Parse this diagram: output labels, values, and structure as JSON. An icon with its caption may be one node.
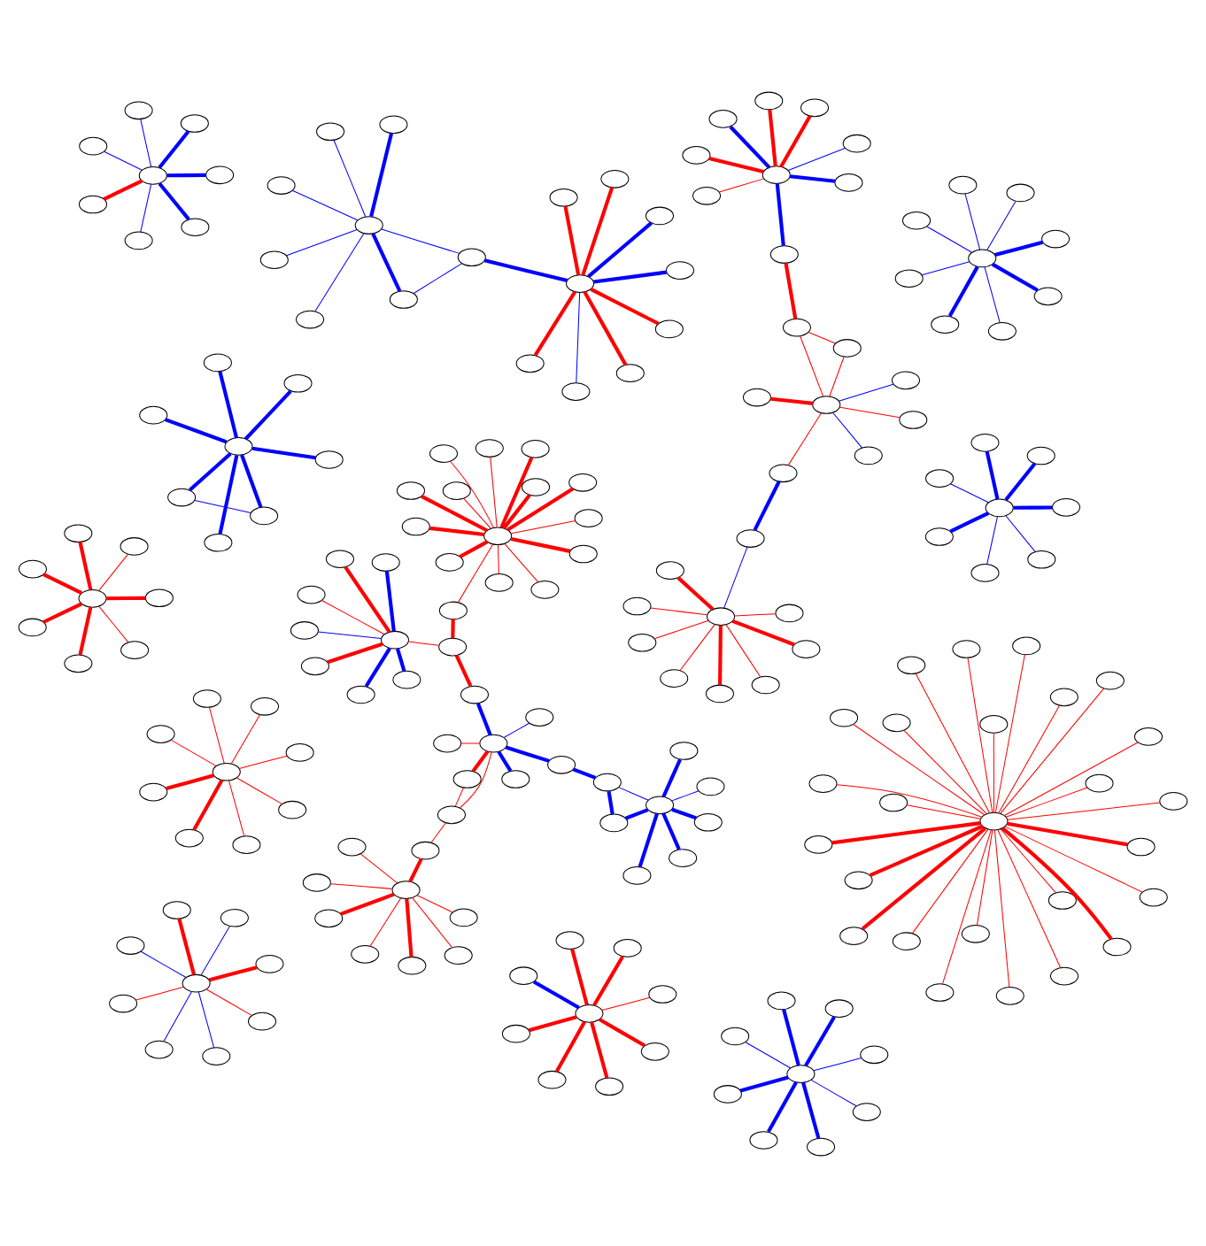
{
  "diagram": {
    "nodes": [
      {
        "text": [],
        "shape": "ellipse"
      },
      {
        "text": [],
        "shape": "ellipse"
      },
      {
        "text": [],
        "shape": "ellipse"
      },
      {
        "text": [],
        "shape": "ellipse"
      },
      {
        "text": [],
        "shape": "ellipse"
      },
      {
        "text": [],
        "shape": "ellipse"
      },
      {
        "text": [],
        "shape": "ellipse"
      },
      {
        "text": [],
        "shape": "ellipse"
      },
      {
        "text": [],
        "shape": "ellipse"
      },
      {
        "text": [],
        "shape": "ellipse"
      },
      {
        "text": [],
        "shape": "ellipse"
      },
      {
        "text": [],
        "shape": "ellipse"
      },
      {
        "text": [],
        "shape": "ellipse"
      },
      {
        "text": [],
        "shape": "ellipse"
      },
      {
        "text": [],
        "shape": "ellipse"
      },
      {
        "text": [],
        "shape": "ellipse"
      },
      {
        "text": [],
        "shape": "ellipse"
      },
      {
        "text": [],
        "shape": "ellipse"
      },
      {
        "text": [],
        "shape": "ellipse"
      },
      {
        "text": [],
        "shape": "ellipse"
      },
      {
        "text": [],
        "shape": "ellipse"
      },
      {
        "text": [],
        "shape": "ellipse"
      },
      {
        "text": [],
        "shape": "ellipse"
      },
      {
        "text": [],
        "shape": "ellipse"
      },
      {
        "text": [],
        "shape": "ellipse"
      },
      {
        "text": [],
        "shape": "ellipse"
      },
      {
        "text": [],
        "shape": "ellipse"
      },
      {
        "text": [],
        "shape": "ellipse"
      },
      {
        "text": [],
        "shape": "ellipse"
      },
      {
        "text": [],
        "shape": "ellipse"
      },
      {
        "text": [],
        "shape": "ellipse"
      },
      {
        "text": [],
        "shape": "ellipse"
      },
      {
        "text": [],
        "shape": "ellipse"
      },
      {
        "text": [],
        "shape": "ellipse"
      },
      {
        "text": [],
        "shape": "ellipse"
      },
      {
        "text": [],
        "shape": "ellipse"
      },
      {
        "text": [],
        "shape": "ellipse"
      },
      {
        "text": [],
        "shape": "ellipse"
      },
      {
        "text": [],
        "shape": "ellipse"
      },
      {
        "text": [],
        "shape": "ellipse"
      },
      {
        "text": [],
        "shape": "ellipse"
      },
      {
        "text": [],
        "shape": "ellipse"
      },
      {
        "text": [],
        "shape": "ellipse"
      },
      {
        "text": [],
        "shape": "ellipse"
      },
      {
        "text": [],
        "shape": "ellipse"
      },
      {
        "text": [],
        "shape": "ellipse"
      },
      {
        "text": [],
        "shape": "ellipse"
      },
      {
        "text": [],
        "shape": "ellipse"
      },
      {
        "text": [],
        "shape": "ellipse"
      },
      {
        "text": [],
        "shape": "ellipse"
      },
      {
        "text": [],
        "shape": "ellipse"
      },
      {
        "text": [],
        "shape": "ellipse"
      },
      {
        "text": [],
        "shape": "ellipse"
      },
      {
        "text": [],
        "shape": "ellipse"
      },
      {
        "text": [],
        "shape": "ellipse"
      },
      {
        "text": [],
        "shape": "ellipse"
      },
      {
        "text": [],
        "shape": "ellipse"
      },
      {
        "text": [],
        "shape": "ellipse"
      },
      {
        "text": [],
        "shape": "ellipse"
      },
      {
        "text": [],
        "shape": "ellipse"
      },
      {
        "text": [],
        "shape": "ellipse"
      },
      {
        "text": [],
        "shape": "ellipse"
      },
      {
        "text": [],
        "shape": "ellipse"
      },
      {
        "text": [],
        "shape": "ellipse"
      },
      {
        "text": [],
        "shape": "ellipse"
      },
      {
        "text": [],
        "shape": "ellipse"
      },
      {
        "text": [],
        "shape": "ellipse"
      },
      {
        "text": [],
        "shape": "ellipse"
      },
      {
        "text": [],
        "shape": "ellipse"
      },
      {
        "text": [],
        "shape": "ellipse"
      },
      {
        "text": [],
        "shape": "ellipse"
      },
      {
        "text": [],
        "shape": "ellipse"
      },
      {
        "text": [],
        "shape": "ellipse"
      },
      {
        "text": [],
        "shape": "ellipse"
      },
      {
        "text": [],
        "shape": "ellipse"
      },
      {
        "text": [],
        "shape": "ellipse"
      },
      {
        "text": [],
        "shape": "ellipse"
      },
      {
        "text": [],
        "shape": "ellipse"
      },
      {
        "text": [],
        "shape": "ellipse"
      },
      {
        "text": [],
        "shape": "ellipse"
      },
      {
        "text": [],
        "shape": "ellipse"
      },
      {
        "text": [],
        "shape": "ellipse"
      },
      {
        "text": [],
        "shape": "ellipse"
      },
      {
        "text": [],
        "shape": "ellipse"
      },
      {
        "text": [],
        "shape": "ellipse"
      },
      {
        "text": [],
        "shape": "ellipse"
      },
      {
        "text": [],
        "shape": "ellipse"
      },
      {
        "text": [],
        "shape": "ellipse"
      },
      {
        "text": [],
        "shape": "ellipse"
      },
      {
        "text": [],
        "shape": "ellipse"
      },
      {
        "text": [],
        "shape": "ellipse"
      },
      {
        "text": [],
        "shape": "ellipse"
      },
      {
        "text": [],
        "shape": "ellipse"
      },
      {
        "text": [],
        "shape": "ellipse"
      },
      {
        "text": [],
        "shape": "ellipse"
      },
      {
        "text": [],
        "shape": "ellipse"
      },
      {
        "text": [],
        "shape": "ellipse"
      },
      {
        "text": [],
        "shape": "ellipse"
      },
      {
        "text": [],
        "shape": "ellipse"
      },
      {
        "text": [],
        "shape": "ellipse"
      },
      {
        "text": [],
        "shape": "ellipse"
      },
      {
        "text": [],
        "shape": "ellipse"
      },
      {
        "text": [],
        "shape": "ellipse"
      },
      {
        "text": [],
        "shape": "ellipse"
      },
      {
        "text": [],
        "shape": "ellipse"
      },
      {
        "text": [],
        "shape": "ellipse"
      },
      {
        "text": [],
        "shape": "ellipse"
      },
      {
        "text": [],
        "shape": "ellipse"
      },
      {
        "text": [],
        "shape": "ellipse"
      },
      {
        "text": [],
        "shape": "ellipse"
      },
      {
        "text": [],
        "shape": "ellipse"
      },
      {
        "text": [],
        "shape": "ellipse"
      },
      {
        "text": [],
        "shape": "ellipse"
      },
      {
        "text": [],
        "shape": "ellipse"
      },
      {
        "text": [],
        "shape": "ellipse"
      },
      {
        "text": [],
        "shape": "ellipse"
      },
      {
        "text": [],
        "shape": "ellipse"
      },
      {
        "text": [],
        "shape": "ellipse"
      },
      {
        "text": [],
        "shape": "ellipse"
      },
      {
        "text": [],
        "shape": "ellipse"
      },
      {
        "text": [],
        "shape": "ellipse"
      },
      {
        "text": [],
        "shape": "ellipse"
      },
      {
        "text": [],
        "shape": "ellipse"
      },
      {
        "text": [],
        "shape": "ellipse"
      },
      {
        "text": [],
        "shape": "ellipse"
      },
      {
        "text": [],
        "shape": "ellipse"
      },
      {
        "text": [],
        "shape": "ellipse"
      },
      {
        "text": [],
        "shape": "ellipse"
      },
      {
        "text": [],
        "shape": "ellipse"
      },
      {
        "text": [],
        "shape": "ellipse"
      },
      {
        "text": [],
        "shape": "ellipse"
      },
      {
        "text": [],
        "shape": "ellipse"
      },
      {
        "text": [],
        "shape": "ellipse"
      },
      {
        "text": [],
        "shape": "ellipse"
      },
      {
        "text": [],
        "shape": "ellipse"
      },
      {
        "text": [],
        "shape": "ellipse"
      },
      {
        "text": [],
        "shape": "ellipse"
      },
      {
        "text": [],
        "shape": "ellipse"
      },
      {
        "text": [],
        "shape": "ellipse"
      },
      {
        "text": [],
        "shape": "ellipse"
      },
      {
        "text": [],
        "shape": "ellipse"
      },
      {
        "text": [],
        "shape": "ellipse"
      },
      {
        "text": [],
        "shape": "ellipse"
      },
      {
        "text": [],
        "shape": "ellipse"
      },
      {
        "text": [],
        "shape": "ellipse"
      },
      {
        "text": [],
        "shape": "ellipse"
      },
      {
        "text": [],
        "shape": "ellipse"
      },
      {
        "text": [],
        "shape": "ellipse"
      },
      {
        "text": [],
        "shape": "ellipse"
      },
      {
        "text": [],
        "shape": "ellipse"
      },
      {
        "text": [],
        "shape": "ellipse"
      },
      {
        "text": [],
        "shape": "ellipse"
      },
      {
        "text": [],
        "shape": "ellipse"
      },
      {
        "text": [],
        "shape": "ellipse"
      },
      {
        "text": [],
        "shape": "ellipse"
      },
      {
        "text": [],
        "shape": "ellipse"
      },
      {
        "text": [],
        "shape": "ellipse"
      },
      {
        "text": [],
        "shape": "ellipse"
      },
      {
        "text": [],
        "shape": "ellipse"
      },
      {
        "text": [],
        "shape": "ellipse"
      },
      {
        "text": [],
        "shape": "ellipse"
      },
      {
        "text": [],
        "shape": "ellipse"
      },
      {
        "text": [],
        "shape": "ellipse"
      },
      {
        "text": [],
        "shape": "ellipse"
      },
      {
        "text": [],
        "shape": "ellipse"
      },
      {
        "text": [],
        "shape": "ellipse"
      },
      {
        "text": [],
        "shape": "ellipse"
      },
      {
        "text": [],
        "shape": "ellipse"
      },
      {
        "text": [],
        "shape": "ellipse"
      },
      {
        "text": [],
        "shape": "ellipse"
      },
      {
        "text": [],
        "shape": "ellipse"
      },
      {
        "text": [],
        "shape": "ellipse"
      },
      {
        "text": [],
        "shape": "ellipse"
      },
      {
        "text": [],
        "shape": "ellipse"
      },
      {
        "text": [],
        "shape": "ellipse"
      },
      {
        "text": [],
        "shape": "ellipse"
      },
      {
        "text": [],
        "shape": "ellipse"
      },
      {
        "text": [],
        "shape": "ellipse"
      },
      {
        "text": [],
        "shape": "ellipse"
      },
      {
        "text": [],
        "shape": "ellipse"
      },
      {
        "text": [],
        "shape": "ellipse"
      },
      {
        "text": [],
        "shape": "ellipse"
      },
      {
        "text": [],
        "shape": "ellipse"
      },
      {
        "text": [],
        "shape": "ellipse"
      },
      {
        "text": [],
        "shape": "ellipse"
      },
      {
        "text": [],
        "shape": "ellipse"
      },
      {
        "text": [],
        "shape": "ellipse"
      },
      {
        "text": [],
        "shape": "ellipse"
      },
      {
        "text": [],
        "shape": "ellipse"
      },
      {
        "text": [],
        "shape": "ellipse"
      },
      {
        "text": [],
        "shape": "ellipse"
      },
      {
        "text": [],
        "shape": "ellipse"
      },
      {
        "text": [],
        "shape": "ellipse"
      },
      {
        "text": [],
        "shape": "ellipse"
      },
      {
        "text": [],
        "shape": "ellipse"
      },
      {
        "text": [],
        "shape": "ellipse"
      }
    ],
    "edges": [
      {
        "from": 0,
        "to": 1,
        "arrow": "none",
        "color": "#ff0000",
        "style": "thick"
      },
      {
        "from": 0,
        "to": 2,
        "arrow": "none",
        "color": "#ff0000",
        "style": "thick"
      },
      {
        "from": 0,
        "to": 3,
        "arrow": "none",
        "color": "#ff0000",
        "style": "thick"
      },
      {
        "from": 0,
        "to": 4,
        "arrow": "none",
        "color": "#ff0000"
      },
      {
        "from": 0,
        "to": 5,
        "arrow": "none",
        "color": "#ff0000"
      },
      {
        "from": 0,
        "to": 6,
        "arrow": "none",
        "color": "#ff0000"
      },
      {
        "from": 0,
        "to": 7,
        "arrow": "none",
        "color": "#ff0000"
      },
      {
        "from": 0,
        "to": 8,
        "arrow": "none",
        "color": "#ff0000"
      },
      {
        "from": 0,
        "to": 9,
        "arrow": "none",
        "color": "#0000ff"
      },
      {
        "from": 9,
        "to": 10,
        "arrow": "none",
        "color": "#0000ff",
        "style": "thick"
      },
      {
        "from": 10,
        "to": 11,
        "arrow": "none",
        "color": "#ff0000"
      },
      {
        "from": 11,
        "to": 12,
        "arrow": "none",
        "color": "#ff0000"
      },
      {
        "from": 11,
        "to": 13,
        "arrow": "none",
        "color": "#0000ff"
      },
      {
        "from": 11,
        "to": 14,
        "arrow": "none",
        "color": "#ff0000",
        "style": "thick"
      },
      {
        "from": 11,
        "to": 15,
        "arrow": "none",
        "color": "#0000ff"
      },
      {
        "from": 11,
        "to": 16,
        "arrow": "none",
        "color": "#ff0000"
      },
      {
        "from": 11,
        "to": 17,
        "arrow": "none",
        "color": "#ff0000"
      },
      {
        "from": 16,
        "to": 17,
        "arrow": "none",
        "color": "#ff0000"
      },
      {
        "from": 17,
        "to": 18,
        "arrow": "none",
        "color": "#ff0000",
        "style": "thick"
      },
      {
        "from": 18,
        "to": 19,
        "arrow": "none",
        "color": "#0000ff",
        "style": "thick"
      },
      {
        "from": 19,
        "to": 20,
        "arrow": "none",
        "color": "#ff0000"
      },
      {
        "from": 19,
        "to": 21,
        "arrow": "none",
        "color": "#ff0000",
        "style": "thick"
      },
      {
        "from": 19,
        "to": 22,
        "arrow": "none",
        "color": "#ff0000",
        "style": "thick"
      },
      {
        "from": 19,
        "to": 23,
        "arrow": "none",
        "color": "#ff0000",
        "style": "thick"
      },
      {
        "from": 19,
        "to": 24,
        "arrow": "none",
        "color": "#0000ff",
        "style": "thick"
      },
      {
        "from": 19,
        "to": 25,
        "arrow": "none",
        "color": "#0000ff",
        "style": "thick"
      },
      {
        "from": 19,
        "to": 26,
        "arrow": "none",
        "color": "#0000ff"
      },
      {
        "from": 27,
        "to": 28,
        "arrow": "none",
        "color": "#ff0000",
        "style": "thick"
      },
      {
        "from": 27,
        "to": 29,
        "arrow": "none",
        "color": "#ff0000"
      },
      {
        "from": 27,
        "to": 30,
        "arrow": "none",
        "color": "#ff0000"
      },
      {
        "from": 27,
        "to": 31,
        "arrow": "none",
        "color": "#ff0000"
      },
      {
        "from": 27,
        "to": 32,
        "arrow": "none",
        "color": "#ff0000"
      },
      {
        "from": 27,
        "to": 33,
        "arrow": "none",
        "color": "#ff0000",
        "style": "thick"
      },
      {
        "from": 27,
        "to": 34,
        "arrow": "none",
        "color": "#ff0000"
      },
      {
        "from": 27,
        "to": 35,
        "arrow": "none",
        "color": "#ff0000"
      },
      {
        "from": 27,
        "to": 36,
        "arrow": "none",
        "color": "#ff0000"
      },
      {
        "from": 27,
        "to": 37,
        "arrow": "none",
        "color": "#ff0000"
      },
      {
        "from": 27,
        "to": 38,
        "arrow": "none",
        "color": "#ff0000",
        "style": "thick"
      },
      {
        "from": 27,
        "to": 39,
        "arrow": "none",
        "color": "#ff0000"
      },
      {
        "from": 27,
        "to": 40,
        "arrow": "none",
        "color": "#ff0000"
      },
      {
        "from": 27,
        "to": 41,
        "arrow": "none",
        "color": "#ff0000"
      },
      {
        "from": 27,
        "to": 42,
        "arrow": "none",
        "color": "#ff0000"
      },
      {
        "from": 27,
        "to": 43,
        "arrow": "none",
        "color": "#ff0000",
        "style": "thick"
      },
      {
        "from": 27,
        "to": 44,
        "arrow": "none",
        "color": "#ff0000"
      },
      {
        "from": 27,
        "to": 45,
        "arrow": "none",
        "color": "#ff0000"
      },
      {
        "from": 27,
        "to": 46,
        "arrow": "none",
        "color": "#ff0000"
      },
      {
        "from": 27,
        "to": 47,
        "arrow": "none",
        "color": "#ff0000"
      },
      {
        "from": 27,
        "to": 48,
        "arrow": "none",
        "color": "#ff0000",
        "style": "thick"
      },
      {
        "from": 27,
        "to": 49,
        "arrow": "none",
        "color": "#ff0000"
      },
      {
        "from": 27,
        "to": 50,
        "arrow": "none",
        "color": "#ff0000"
      },
      {
        "from": 27,
        "to": 51,
        "arrow": "none",
        "color": "#ff0000"
      },
      {
        "from": 27,
        "to": 52,
        "arrow": "none",
        "color": "#ff0000"
      },
      {
        "from": 53,
        "to": 54,
        "arrow": "none",
        "color": "#0000ff",
        "style": "thick"
      },
      {
        "from": 53,
        "to": 55,
        "arrow": "none",
        "color": "#0000ff"
      },
      {
        "from": 53,
        "to": 56,
        "arrow": "none",
        "color": "#0000ff"
      },
      {
        "from": 53,
        "to": 57,
        "arrow": "none",
        "color": "#0000ff",
        "style": "thick"
      },
      {
        "from": 53,
        "to": 58,
        "arrow": "none",
        "color": "#0000ff",
        "style": "thick"
      },
      {
        "from": 53,
        "to": 59,
        "arrow": "none",
        "color": "#0000ff",
        "style": "thick"
      },
      {
        "from": 53,
        "to": 60,
        "arrow": "none",
        "color": "#0000ff"
      },
      {
        "from": 61,
        "to": 62,
        "arrow": "none",
        "color": "#ff0000"
      },
      {
        "from": 61,
        "to": 63,
        "arrow": "none",
        "color": "#ff0000",
        "style": "thick"
      },
      {
        "from": 61,
        "to": 64,
        "arrow": "none",
        "color": "#ff0000"
      },
      {
        "from": 61,
        "to": 65,
        "arrow": "none",
        "color": "#ff0000"
      },
      {
        "from": 61,
        "to": 66,
        "arrow": "none",
        "color": "#ff0000"
      },
      {
        "from": 61,
        "to": 67,
        "arrow": "none",
        "color": "#ff0000",
        "style": "thick"
      },
      {
        "from": 61,
        "to": 68,
        "arrow": "none",
        "color": "#ff0000"
      },
      {
        "from": 61,
        "to": 69,
        "arrow": "none",
        "color": "#ff0000"
      },
      {
        "from": 70,
        "to": 71,
        "arrow": "none",
        "color": "#ff0000"
      },
      {
        "from": 70,
        "to": 72,
        "arrow": "none",
        "color": "#ff0000"
      },
      {
        "from": 70,
        "to": 73,
        "arrow": "none",
        "color": "#ff0000"
      },
      {
        "from": 70,
        "to": 74,
        "arrow": "none",
        "color": "#ff0000",
        "style": "thick"
      },
      {
        "from": 70,
        "to": 75,
        "arrow": "none",
        "color": "#ff0000"
      },
      {
        "from": 70,
        "to": 76,
        "arrow": "none",
        "color": "#ff0000",
        "style": "thick"
      },
      {
        "from": 70,
        "to": 77,
        "arrow": "none",
        "color": "#ff0000"
      },
      {
        "from": 70,
        "to": 78,
        "arrow": "none",
        "color": "#ff0000",
        "style": "thick"
      },
      {
        "from": 78,
        "to": 79,
        "arrow": "none",
        "color": "#ff0000"
      },
      {
        "from": 79,
        "to": 80,
        "arrow": "none",
        "color": "#ff0000"
      },
      {
        "from": 79,
        "to": 81,
        "arrow": "none",
        "color": "#ff0000"
      },
      {
        "from": 80,
        "to": 81,
        "arrow": "none",
        "color": "#ff0000",
        "style": "thick"
      },
      {
        "from": 81,
        "to": 82,
        "arrow": "none",
        "color": "#0000ff",
        "style": "thick"
      },
      {
        "from": 81,
        "to": 83,
        "arrow": "none",
        "color": "#0000ff"
      },
      {
        "from": 81,
        "to": 84,
        "arrow": "none",
        "color": "#ff0000"
      },
      {
        "from": 81,
        "to": 85,
        "arrow": "none",
        "color": "#0000ff",
        "style": "thick"
      },
      {
        "from": 85,
        "to": 86,
        "arrow": "none",
        "color": "#0000ff",
        "style": "thick"
      },
      {
        "from": 81,
        "to": 87,
        "arrow": "none",
        "color": "#0000ff",
        "style": "thick"
      },
      {
        "from": 87,
        "to": 88,
        "arrow": "none",
        "color": "#ff0000",
        "style": "thick"
      },
      {
        "from": 86,
        "to": 89,
        "arrow": "none",
        "color": "#0000ff"
      },
      {
        "from": 86,
        "to": 90,
        "arrow": "none",
        "color": "#0000ff",
        "style": "thick"
      },
      {
        "from": 90,
        "to": 89,
        "arrow": "none",
        "color": "#0000ff",
        "style": "thick"
      },
      {
        "from": 89,
        "to": 91,
        "arrow": "none",
        "color": "#0000ff",
        "style": "thick"
      },
      {
        "from": 89,
        "to": 92,
        "arrow": "none",
        "color": "#0000ff",
        "style": "thick"
      },
      {
        "from": 89,
        "to": 93,
        "arrow": "none",
        "color": "#0000ff"
      },
      {
        "from": 89,
        "to": 94,
        "arrow": "none",
        "color": "#0000ff",
        "style": "thick"
      },
      {
        "from": 89,
        "to": 95,
        "arrow": "none",
        "color": "#0000ff",
        "style": "thick"
      },
      {
        "from": 96,
        "to": 97,
        "arrow": "none",
        "color": "#0000ff",
        "style": "thick"
      },
      {
        "from": 96,
        "to": 98,
        "arrow": "none",
        "color": "#0000ff",
        "style": "thick"
      },
      {
        "from": 96,
        "to": 99,
        "arrow": "none",
        "color": "#0000ff",
        "style": "thick"
      },
      {
        "from": 96,
        "to": 100,
        "arrow": "none",
        "color": "#0000ff",
        "style": "thick"
      },
      {
        "from": 96,
        "to": 101,
        "arrow": "none",
        "color": "#0000ff",
        "style": "thick"
      },
      {
        "from": 96,
        "to": 102,
        "arrow": "none",
        "color": "#0000ff",
        "style": "thick"
      },
      {
        "from": 96,
        "to": 103,
        "arrow": "none",
        "color": "#0000ff",
        "style": "thick"
      },
      {
        "from": 102,
        "to": 103,
        "arrow": "none",
        "color": "#0000ff"
      },
      {
        "from": 88,
        "to": 104,
        "arrow": "none",
        "color": "#ff0000"
      },
      {
        "from": 104,
        "to": 105,
        "arrow": "none",
        "color": "#ff0000"
      },
      {
        "from": 104,
        "to": 106,
        "arrow": "none",
        "color": "#ff0000",
        "style": "thick"
      },
      {
        "from": 104,
        "to": 107,
        "arrow": "none",
        "color": "#0000ff",
        "style": "thick"
      },
      {
        "from": 104,
        "to": 108,
        "arrow": "none",
        "color": "#0000ff",
        "style": "thick"
      },
      {
        "from": 104,
        "to": 109,
        "arrow": "none",
        "color": "#0000ff",
        "style": "thick"
      },
      {
        "from": 104,
        "to": 110,
        "arrow": "none",
        "color": "#0000ff"
      },
      {
        "from": 104,
        "to": 111,
        "arrow": "none",
        "color": "#ff0000",
        "style": "thick"
      },
      {
        "from": 88,
        "to": 112,
        "arrow": "none",
        "color": "#ff0000",
        "style": "thick"
      },
      {
        "from": 112,
        "to": 113,
        "arrow": "none",
        "color": "#ff0000"
      },
      {
        "from": 113,
        "to": 114,
        "arrow": "none",
        "color": "#ff0000",
        "style": "thick"
      },
      {
        "from": 113,
        "to": 115,
        "arrow": "none",
        "color": "#ff0000",
        "style": "thick"
      },
      {
        "from": 113,
        "to": 116,
        "arrow": "none",
        "color": "#ff0000",
        "style": "thick"
      },
      {
        "from": 113,
        "to": 117,
        "arrow": "none",
        "color": "#ff0000",
        "style": "thick"
      },
      {
        "from": 113,
        "to": 118,
        "arrow": "none",
        "color": "#ff0000"
      },
      {
        "from": 113,
        "to": 119,
        "arrow": "none",
        "color": "#ff0000"
      },
      {
        "from": 113,
        "to": 120,
        "arrow": "none",
        "color": "#ff0000"
      },
      {
        "from": 113,
        "to": 121,
        "arrow": "none",
        "color": "#ff0000",
        "style": "thick"
      },
      {
        "from": 113,
        "to": 122,
        "arrow": "none",
        "color": "#ff0000",
        "style": "thick"
      },
      {
        "from": 113,
        "to": 123,
        "arrow": "none",
        "color": "#ff0000",
        "style": "thick"
      },
      {
        "from": 113,
        "to": 124,
        "arrow": "none",
        "color": "#ff0000"
      },
      {
        "from": 113,
        "to": 125,
        "arrow": "none",
        "color": "#ff0000"
      },
      {
        "from": 113,
        "to": 126,
        "arrow": "none",
        "color": "#ff0000"
      },
      {
        "from": 127,
        "to": 128,
        "arrow": "none",
        "color": "#0000ff",
        "style": "thick"
      },
      {
        "from": 127,
        "to": 129,
        "arrow": "none",
        "color": "#0000ff",
        "style": "thick"
      },
      {
        "from": 127,
        "to": 130,
        "arrow": "none",
        "color": "#0000ff"
      },
      {
        "from": 127,
        "to": 131,
        "arrow": "none",
        "color": "#0000ff"
      },
      {
        "from": 127,
        "to": 132,
        "arrow": "none",
        "color": "#0000ff"
      },
      {
        "from": 127,
        "to": 133,
        "arrow": "none",
        "color": "#0000ff"
      },
      {
        "from": 127,
        "to": 134,
        "arrow": "none",
        "color": "#0000ff"
      },
      {
        "from": 129,
        "to": 134,
        "arrow": "none",
        "color": "#0000ff"
      },
      {
        "from": 134,
        "to": 135,
        "arrow": "none",
        "color": "#0000ff",
        "style": "thick"
      },
      {
        "from": 135,
        "to": 136,
        "arrow": "none",
        "color": "#0000ff"
      },
      {
        "from": 135,
        "to": 137,
        "arrow": "none",
        "color": "#ff0000",
        "style": "thick"
      },
      {
        "from": 135,
        "to": 138,
        "arrow": "none",
        "color": "#ff0000",
        "style": "thick"
      },
      {
        "from": 135,
        "to": 139,
        "arrow": "none",
        "color": "#0000ff",
        "style": "thick"
      },
      {
        "from": 135,
        "to": 140,
        "arrow": "none",
        "color": "#0000ff",
        "style": "thick"
      },
      {
        "from": 135,
        "to": 141,
        "arrow": "none",
        "color": "#ff0000",
        "style": "thick"
      },
      {
        "from": 135,
        "to": 142,
        "arrow": "none",
        "color": "#ff0000",
        "style": "thick"
      },
      {
        "from": 135,
        "to": 143,
        "arrow": "none",
        "color": "#ff0000",
        "style": "thick"
      },
      {
        "from": 144,
        "to": 145,
        "arrow": "none",
        "color": "#0000ff",
        "style": "thick"
      },
      {
        "from": 144,
        "to": 146,
        "arrow": "none",
        "color": "#0000ff"
      },
      {
        "from": 144,
        "to": 147,
        "arrow": "none",
        "color": "#0000ff"
      },
      {
        "from": 144,
        "to": 148,
        "arrow": "none",
        "color": "#0000ff",
        "style": "thick"
      },
      {
        "from": 144,
        "to": 149,
        "arrow": "none",
        "color": "#0000ff"
      },
      {
        "from": 144,
        "to": 150,
        "arrow": "none",
        "color": "#ff0000",
        "style": "thick"
      },
      {
        "from": 144,
        "to": 151,
        "arrow": "none",
        "color": "#0000ff",
        "style": "thick"
      },
      {
        "from": 152,
        "to": 153,
        "arrow": "none",
        "color": "#ff0000"
      },
      {
        "from": 152,
        "to": 154,
        "arrow": "none",
        "color": "#ff0000",
        "style": "thick"
      },
      {
        "from": 152,
        "to": 155,
        "arrow": "none",
        "color": "#0000ff",
        "style": "thick"
      },
      {
        "from": 152,
        "to": 156,
        "arrow": "none",
        "color": "#ff0000",
        "style": "thick"
      },
      {
        "from": 152,
        "to": 157,
        "arrow": "none",
        "color": "#ff0000",
        "style": "thick"
      },
      {
        "from": 152,
        "to": 158,
        "arrow": "none",
        "color": "#ff0000",
        "style": "thick"
      },
      {
        "from": 152,
        "to": 159,
        "arrow": "none",
        "color": "#ff0000",
        "style": "thick"
      },
      {
        "from": 152,
        "to": 160,
        "arrow": "none",
        "color": "#ff0000",
        "style": "thick"
      },
      {
        "from": 161,
        "to": 162,
        "arrow": "none",
        "color": "#0000ff",
        "style": "thick"
      },
      {
        "from": 161,
        "to": 163,
        "arrow": "none",
        "color": "#0000ff",
        "style": "thick"
      },
      {
        "from": 161,
        "to": 164,
        "arrow": "none",
        "color": "#0000ff"
      },
      {
        "from": 161,
        "to": 165,
        "arrow": "none",
        "color": "#0000ff"
      },
      {
        "from": 161,
        "to": 166,
        "arrow": "none",
        "color": "#0000ff"
      },
      {
        "from": 161,
        "to": 167,
        "arrow": "none",
        "color": "#0000ff"
      },
      {
        "from": 161,
        "to": 168,
        "arrow": "none",
        "color": "#0000ff",
        "style": "thick"
      },
      {
        "from": 161,
        "to": 169,
        "arrow": "none",
        "color": "#0000ff"
      },
      {
        "from": 170,
        "to": 171,
        "arrow": "none",
        "color": "#ff0000",
        "style": "thick"
      },
      {
        "from": 170,
        "to": 172,
        "arrow": "none",
        "color": "#0000ff"
      },
      {
        "from": 170,
        "to": 173,
        "arrow": "none",
        "color": "#0000ff"
      },
      {
        "from": 170,
        "to": 174,
        "arrow": "none",
        "color": "#0000ff"
      },
      {
        "from": 170,
        "to": 175,
        "arrow": "none",
        "color": "#ff0000",
        "style": "thick"
      },
      {
        "from": 170,
        "to": 176,
        "arrow": "none",
        "color": "#ff0000"
      },
      {
        "from": 170,
        "to": 177,
        "arrow": "none",
        "color": "#ff0000"
      },
      {
        "from": 170,
        "to": 178,
        "arrow": "none",
        "color": "#0000ff"
      },
      {
        "from": 179,
        "to": 180,
        "arrow": "none",
        "color": "#ff0000",
        "style": "thick"
      },
      {
        "from": 179,
        "to": 181,
        "arrow": "none",
        "color": "#ff0000",
        "style": "thick"
      },
      {
        "from": 179,
        "to": 182,
        "arrow": "none",
        "color": "#ff0000",
        "style": "thick"
      },
      {
        "from": 179,
        "to": 183,
        "arrow": "none",
        "color": "#ff0000"
      },
      {
        "from": 179,
        "to": 184,
        "arrow": "none",
        "color": "#ff0000",
        "style": "thick"
      },
      {
        "from": 179,
        "to": 185,
        "arrow": "none",
        "color": "#ff0000",
        "style": "thick"
      },
      {
        "from": 179,
        "to": 186,
        "arrow": "none",
        "color": "#ff0000"
      },
      {
        "from": 187,
        "to": 188,
        "arrow": "none",
        "color": "#0000ff"
      },
      {
        "from": 187,
        "to": 189,
        "arrow": "none",
        "color": "#0000ff",
        "style": "thick"
      },
      {
        "from": 187,
        "to": 190,
        "arrow": "none",
        "color": "#0000ff"
      },
      {
        "from": 187,
        "to": 191,
        "arrow": "none",
        "color": "#0000ff",
        "style": "thick"
      },
      {
        "from": 187,
        "to": 192,
        "arrow": "none",
        "color": "#0000ff",
        "style": "thick"
      },
      {
        "from": 187,
        "to": 193,
        "arrow": "none",
        "color": "#0000ff",
        "style": "thick"
      },
      {
        "from": 187,
        "to": 194,
        "arrow": "none",
        "color": "#0000ff"
      },
      {
        "from": 187,
        "to": 195,
        "arrow": "none",
        "color": "#0000ff",
        "style": "thick"
      }
    ]
  }
}
